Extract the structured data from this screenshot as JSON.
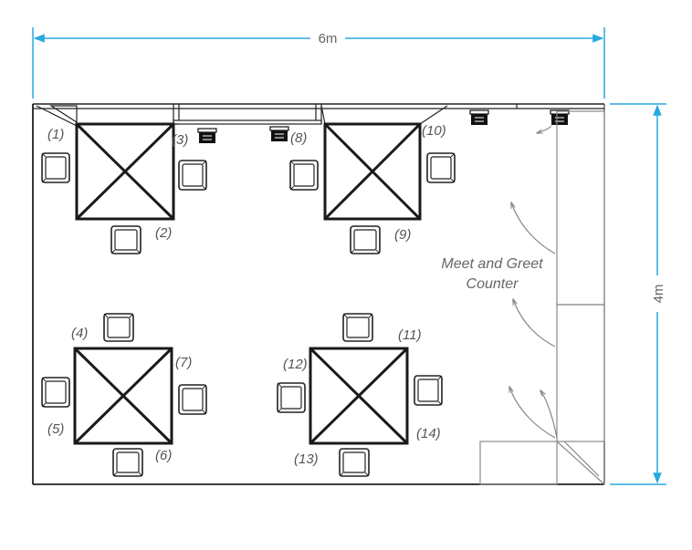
{
  "dimensions": {
    "width": "6m",
    "height": "4m"
  },
  "counter_label": [
    "Meet and Greet",
    "Counter"
  ],
  "chair_labels": [
    "(1)",
    "(2)",
    "(3)",
    "(4)",
    "(5)",
    "(6)",
    "(7)",
    "(8)",
    "(9)",
    "(10)",
    "(11)",
    "(12)",
    "(13)",
    "(14)"
  ],
  "colors": {
    "dimension_line": "#29a8e0",
    "walls": "#1a1a1a",
    "counter": "#888888"
  }
}
